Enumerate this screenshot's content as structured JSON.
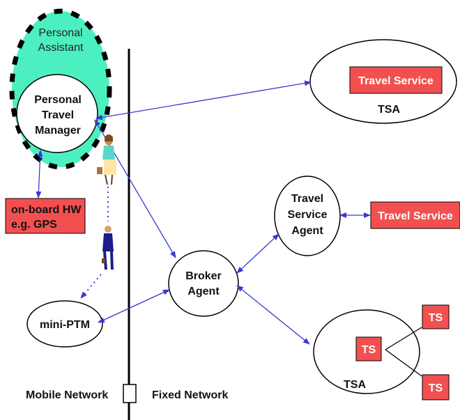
{
  "colors": {
    "assistant_fill": "#4cf0c0",
    "box_fill": "#f25050",
    "arrow": "#3a3ad0",
    "line": "#000000"
  },
  "personal_assistant": {
    "line1": "Personal",
    "line2": "Assistant"
  },
  "ptm": {
    "line1": "Personal",
    "line2": "Travel",
    "line3": "Manager"
  },
  "onboard": {
    "line1": "on-board HW",
    "line2": "e.g. GPS"
  },
  "mini_ptm": "mini-PTM",
  "broker": {
    "line1": "Broker",
    "line2": "Agent"
  },
  "tsa_agent": {
    "line1": "Travel",
    "line2": "Service",
    "line3": "Agent"
  },
  "travel_service_top": "Travel Service",
  "tsa_top": "TSA",
  "travel_service_right": "Travel Service",
  "ts_center": "TS",
  "ts_top_right": "TS",
  "ts_bottom_right": "TS",
  "tsa_bottom": "TSA",
  "mobile_network": "Mobile Network",
  "fixed_network": "Fixed Network",
  "icons": [
    "traveller-woman-icon",
    "traveller-man-icon"
  ]
}
